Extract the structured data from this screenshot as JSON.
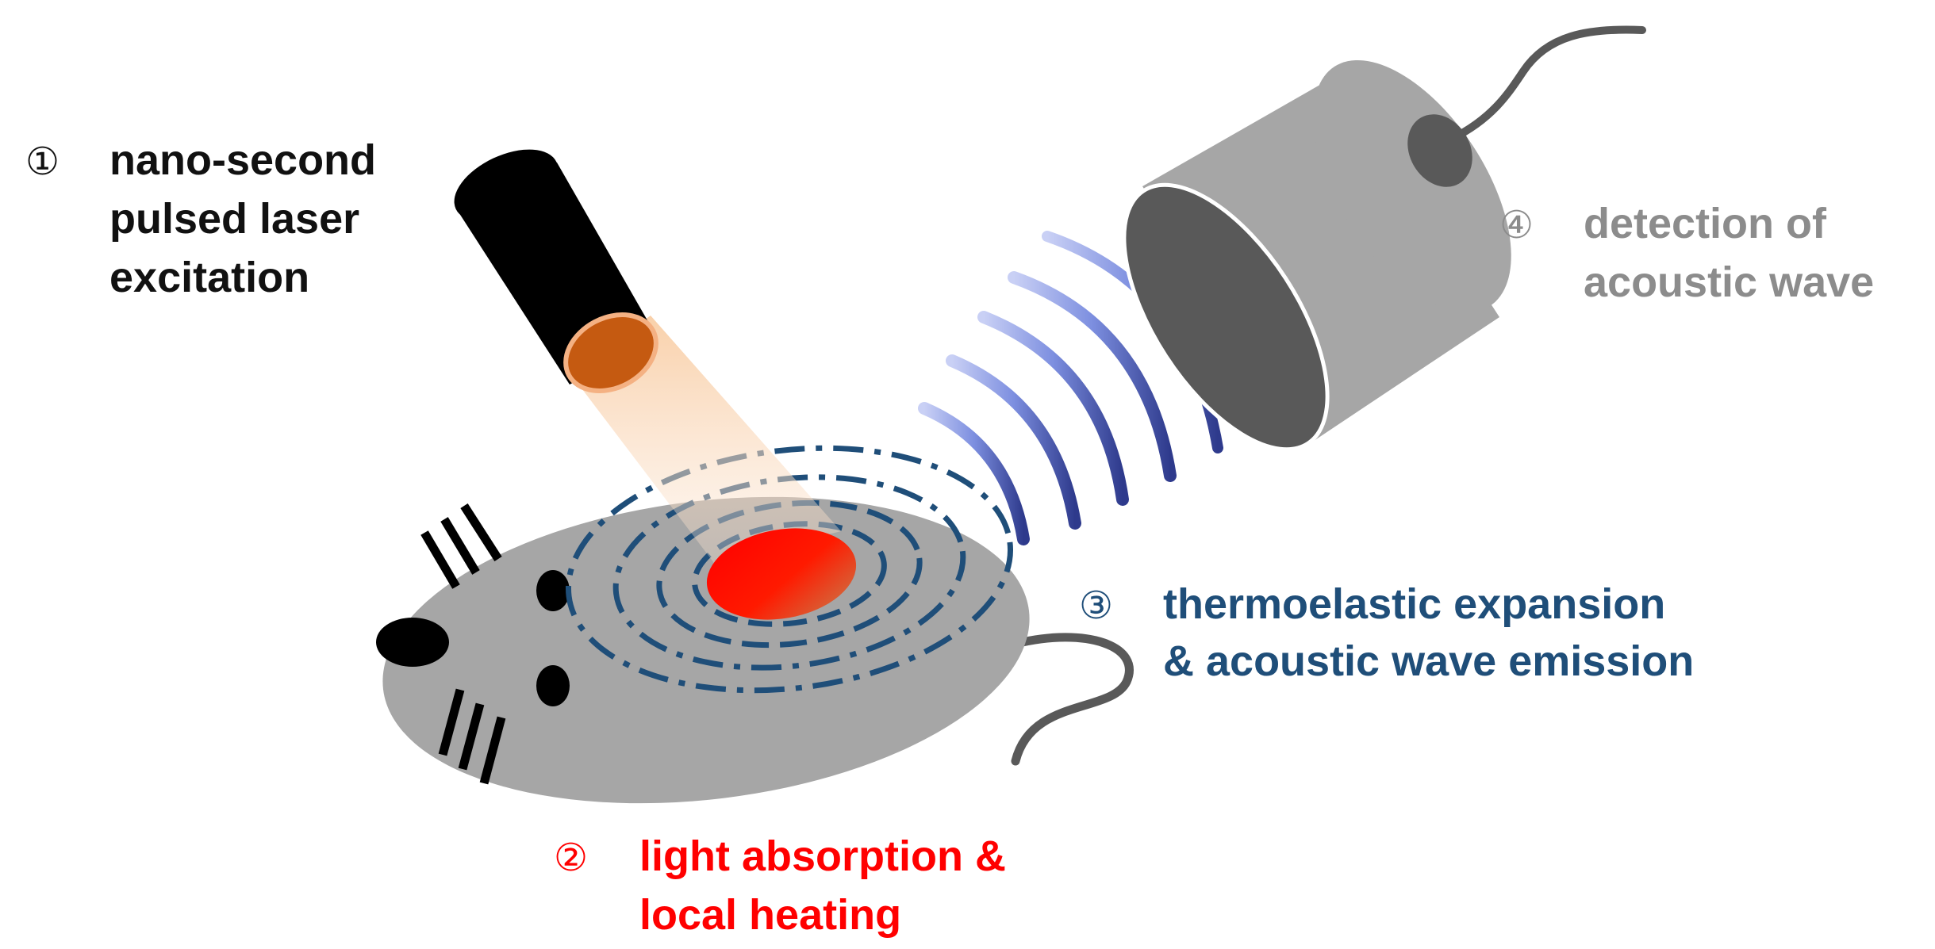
{
  "steps": [
    {
      "number": "①",
      "lines": [
        "nano-second",
        "pulsed laser",
        "excitation"
      ],
      "color": "#111111"
    },
    {
      "number": "②",
      "lines": [
        "light absorption &",
        "local heating"
      ],
      "color": "#ff0000"
    },
    {
      "number": "③",
      "lines": [
        "thermoelastic expansion",
        "& acoustic wave emission"
      ],
      "color": "#1f4e79"
    },
    {
      "number": "④",
      "lines": [
        "detection of",
        "acoustic wave"
      ],
      "color": "#8c8c8c"
    }
  ],
  "colors": {
    "mouse_body": "#a6a6a6",
    "laser_body": "#000000",
    "laser_aperture": "#c55a11",
    "light_beam": "#f4b183",
    "absorber": "#ff0000",
    "pressure_rings": "#1f4e79",
    "acoustic_waves": "#7f8fd8",
    "transducer": "#a6a6a6",
    "transducer_face": "#595959",
    "cable": "#595959"
  }
}
